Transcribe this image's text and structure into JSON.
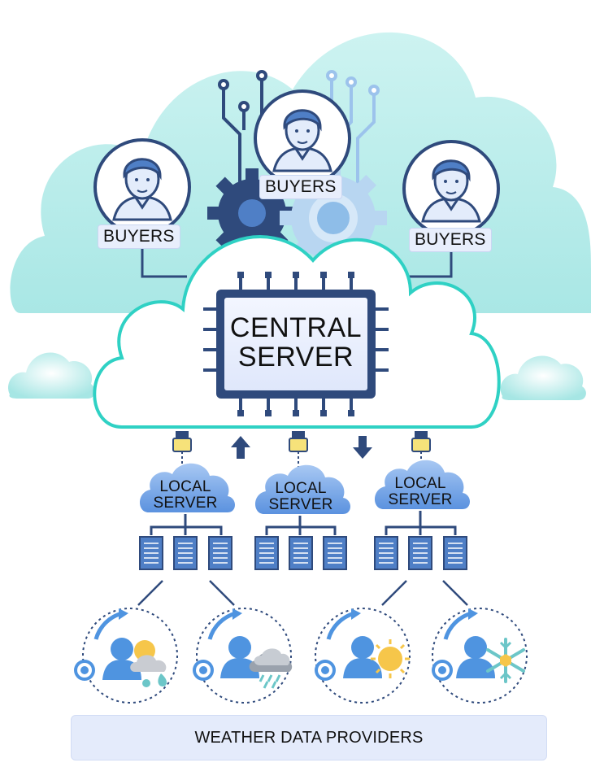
{
  "buyers": [
    {
      "label": "BUYERS"
    },
    {
      "label": "BUYERS"
    },
    {
      "label": "BUYERS"
    }
  ],
  "central_server": {
    "line1": "CENTRAL",
    "line2": "SERVER"
  },
  "local_servers": [
    {
      "line1": "LOCAL",
      "line2": "SERVER"
    },
    {
      "line1": "LOCAL",
      "line2": "SERVER"
    },
    {
      "line1": "LOCAL",
      "line2": "SERVER"
    }
  ],
  "providers": [
    {
      "weather_icon": "sun-cloud-rain-icon"
    },
    {
      "weather_icon": "cloud-rain-icon"
    },
    {
      "weather_icon": "sun-icon"
    },
    {
      "weather_icon": "snowflake-icon"
    }
  ],
  "footer": {
    "label": "WEATHER DATA PROVIDERS"
  },
  "colors": {
    "cloud_light": "#aee9e6",
    "cloud_outline": "#2fd1c4",
    "navy": "#2f4a7c",
    "blue": "#3d7fd6",
    "footer_bg": "#e4ebfb"
  }
}
